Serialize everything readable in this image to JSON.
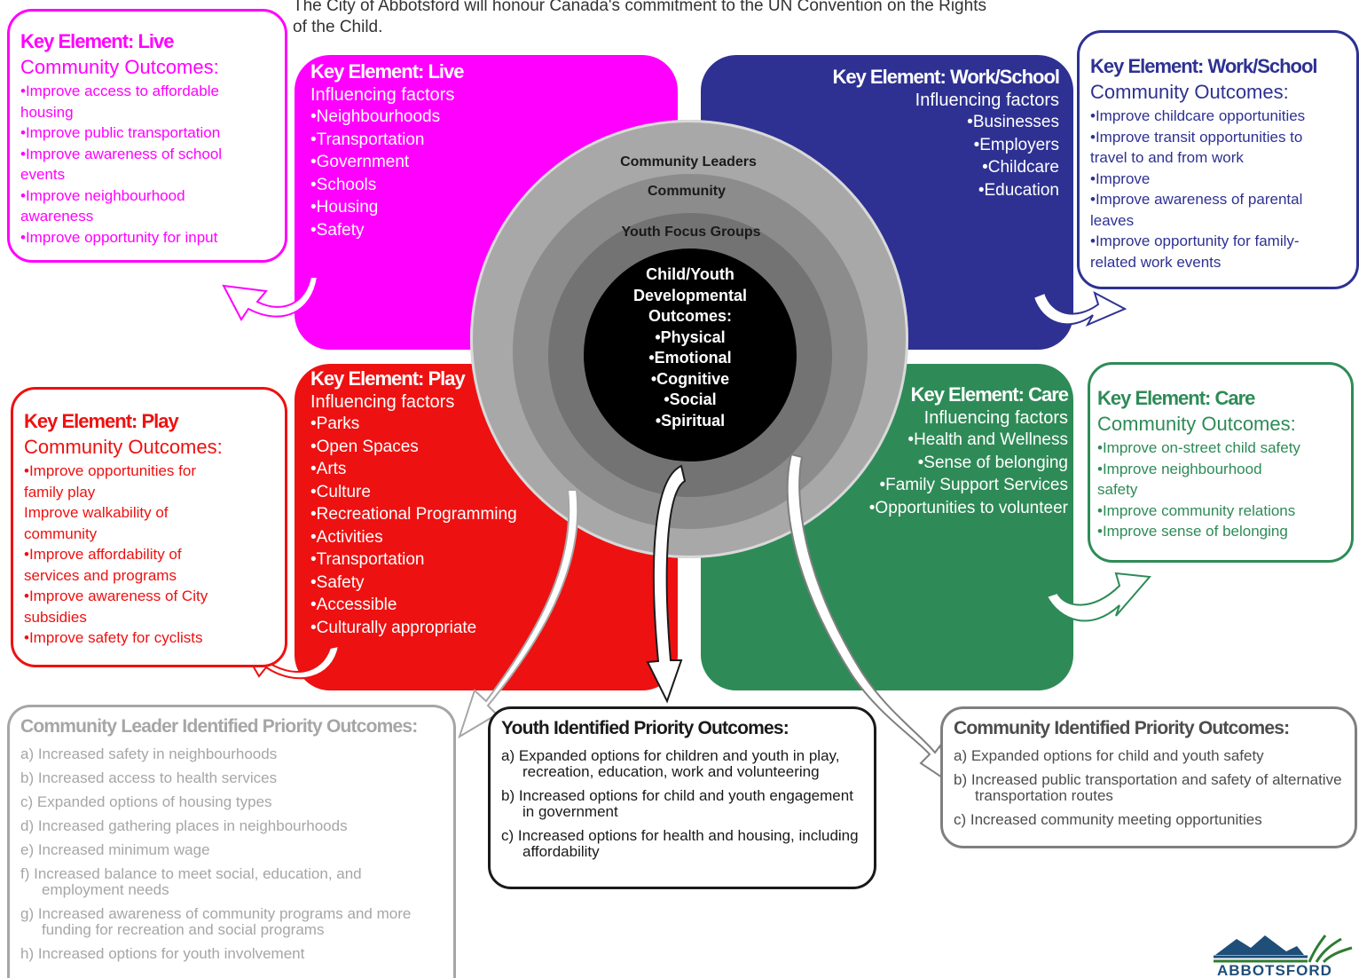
{
  "intro": {
    "line1": "The City of Abbotsford will honour Canada's commitment to the UN Convention on the Rights",
    "line2": "of the Child."
  },
  "quadrants": {
    "live": {
      "title": "Key Element: Live",
      "subtitle": "Influencing factors",
      "items": [
        "•Neighbourhoods",
        "•Transportation",
        "•Government",
        "•Schools",
        "•Housing",
        "•Safety"
      ],
      "color": "#ff00ff"
    },
    "work": {
      "title": "Key Element: Work/School",
      "subtitle": "Influencing factors",
      "items": [
        "•Businesses",
        "•Employers",
        "•Childcare",
        "•Education"
      ],
      "color": "#2e3192"
    },
    "play": {
      "title": "Key Element: Play",
      "subtitle": "Influencing factors",
      "items": [
        "•Parks",
        "•Open Spaces",
        "•Arts",
        "•Culture",
        "•Recreational Programming",
        "•Activities",
        "•Transportation",
        "•Safety",
        "•Accessible",
        "•Culturally appropriate"
      ],
      "color": "#ee1111"
    },
    "care": {
      "title": "Key Element: Care",
      "subtitle": "Influencing factors",
      "items": [
        "•Health and Wellness",
        "•Sense of belonging",
        "•Family Support Services",
        "•Opportunities to volunteer"
      ],
      "color": "#2e8b57"
    }
  },
  "center": {
    "ring1": "Community Leaders",
    "ring2": "Community",
    "ring3": "Youth Focus Groups",
    "core_lines": [
      "Child/Youth",
      "Developmental",
      "Outcomes:",
      "•Physical",
      "•Emotional",
      "•Cognitive",
      "•Social",
      "•Spiritual"
    ]
  },
  "outcomes": {
    "live": {
      "title": "Key Element: Live",
      "subtitle": "Community Outcomes:",
      "items": [
        "•Improve access to affordable",
        "housing",
        "•Improve public transportation",
        "•Improve awareness of school",
        "events",
        "•Improve neighbourhood",
        "awareness",
        "•Improve opportunity for input"
      ]
    },
    "work": {
      "title": "Key Element: Work/School",
      "subtitle": "Community Outcomes:",
      "items": [
        "•Improve childcare opportunities",
        "•Improve transit opportunities to",
        "travel to and from work",
        "•Improve",
        "•Improve awareness of parental",
        "leaves",
        "•Improve opportunity for family-",
        "related work events"
      ]
    },
    "play": {
      "title": "Key Element: Play",
      "subtitle": "Community Outcomes:",
      "items": [
        "•Improve opportunities for",
        "family play",
        "Improve walkability of",
        "community",
        "•Improve affordability of",
        "services and programs",
        "•Improve awareness of City",
        "subsidies",
        "•Improve safety for cyclists"
      ]
    },
    "care": {
      "title": "Key Element: Care",
      "subtitle": "Community Outcomes:",
      "items": [
        "•Improve on-street child safety",
        "•Improve neighbourhood",
        "safety",
        "•Improve community relations",
        "•Improve sense of belonging"
      ]
    }
  },
  "priorities": {
    "leader": {
      "title": "Community Leader Identified Priority Outcomes:",
      "items": [
        "a) Increased safety in neighbourhoods",
        "b) Increased access to health services",
        "c) Expanded options of housing types",
        "d) Increased gathering places in neighbourhoods",
        "e) Increased minimum wage",
        "f) Increased balance to meet social, education, and employment needs",
        "g) Increased awareness of community programs and more funding for recreation and social programs",
        "h) Increased options for youth involvement"
      ]
    },
    "youth": {
      "title": "Youth Identified Priority Outcomes:",
      "items": [
        "a) Expanded options for children and youth in play, recreation, education, work and volunteering",
        "b) Increased options for child and youth engagement in government",
        "c) Increased options for health and housing, including affordability"
      ]
    },
    "community": {
      "title": "Community Identified Priority Outcomes:",
      "items": [
        "a) Expanded options for child and youth safety",
        "b) Increased public transportation and safety of alternative transportation routes",
        "c) Increased community meeting opportunities"
      ]
    }
  },
  "logo": {
    "text": "ABBOTSFORD"
  },
  "colors": {
    "live": "#ff00ff",
    "work": "#2e3192",
    "play": "#ee1111",
    "care": "#2e8b57",
    "leader_box": "#a6a6a6",
    "youth_box": "#1a1a1a",
    "community_box": "#7f7f7f"
  }
}
